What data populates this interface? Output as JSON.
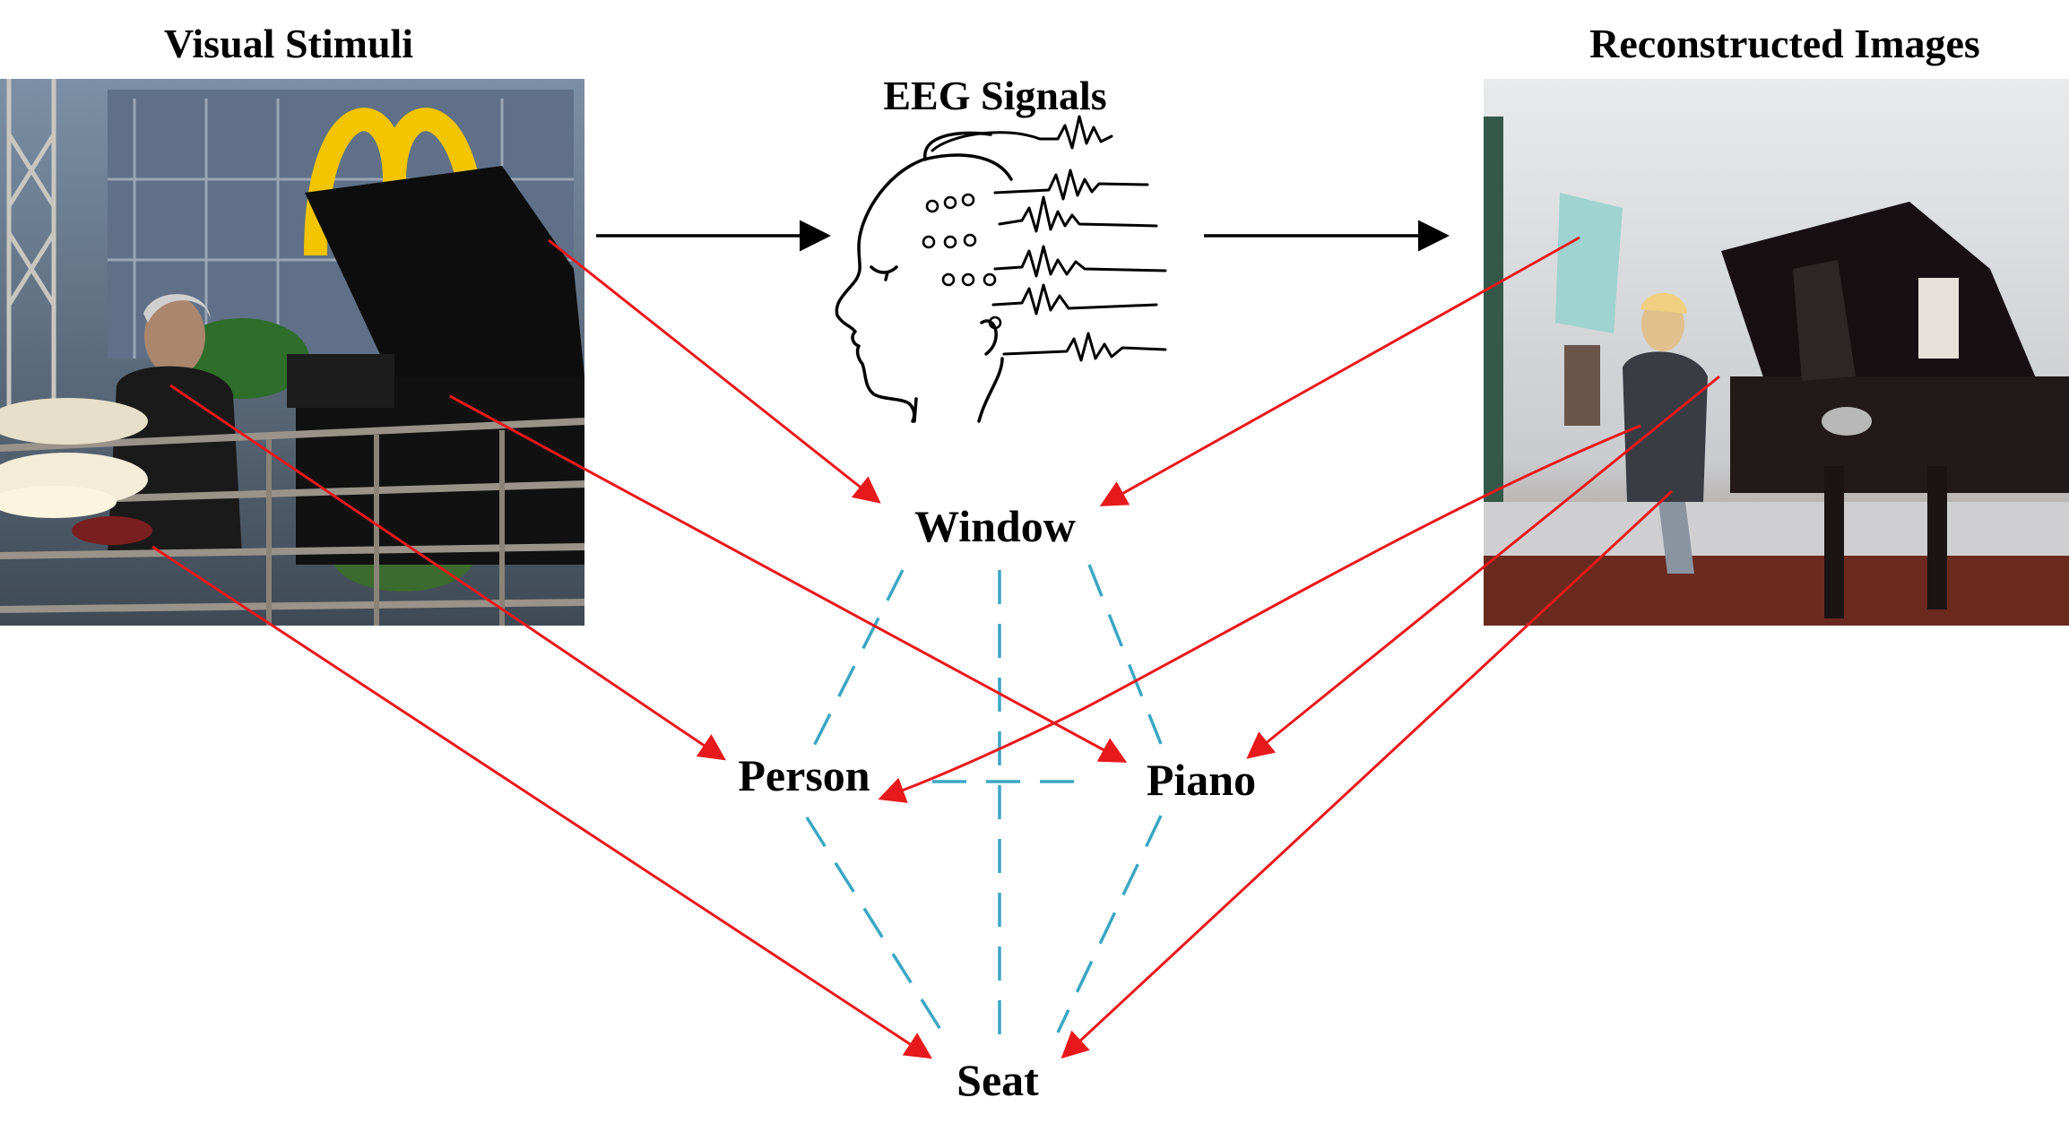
{
  "headings": {
    "visual_stimuli": "Visual Stimuli",
    "eeg_signals": "EEG Signals",
    "reconstructed_images": "Reconstructed Images"
  },
  "nodes": {
    "window": "Window",
    "person": "Person",
    "piano": "Piano",
    "seat": "Seat"
  },
  "colors": {
    "mapping_arrow": "#e8191c",
    "relation_edge": "#3aa7c4",
    "flow_arrow": "#000000",
    "text": "#000000"
  },
  "edges": {
    "flow": [
      {
        "from": "visual_stimuli",
        "to": "eeg_signals"
      },
      {
        "from": "eeg_signals",
        "to": "reconstructed_images"
      }
    ],
    "stimulus_mappings": [
      {
        "from": "visual_stimuli",
        "to": "window"
      },
      {
        "from": "visual_stimuli",
        "to": "person"
      },
      {
        "from": "visual_stimuli",
        "to": "piano"
      },
      {
        "from": "visual_stimuli",
        "to": "seat"
      }
    ],
    "reconstruction_mappings": [
      {
        "from": "reconstructed_images",
        "to": "window"
      },
      {
        "from": "reconstructed_images",
        "to": "person"
      },
      {
        "from": "reconstructed_images",
        "to": "piano"
      },
      {
        "from": "reconstructed_images",
        "to": "seat"
      }
    ],
    "relations": [
      {
        "from": "window",
        "to": "person"
      },
      {
        "from": "window",
        "to": "piano"
      },
      {
        "from": "window",
        "to": "seat"
      },
      {
        "from": "person",
        "to": "piano"
      },
      {
        "from": "person",
        "to": "seat"
      },
      {
        "from": "piano",
        "to": "seat"
      }
    ]
  }
}
